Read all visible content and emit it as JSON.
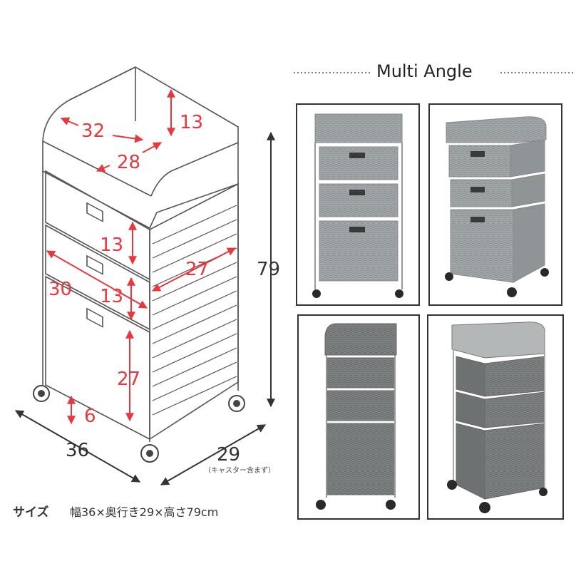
{
  "dimensions": {
    "top_width": "32",
    "top_inner_width": "28",
    "top_depth": "13",
    "drawer_small_height_1": "13",
    "drawer_small_height_2": "13",
    "drawer_depth": "27",
    "drawer_width": "30",
    "drawer_large_height": "27",
    "leg_height": "6",
    "total_height": "79",
    "overall_width": "36",
    "overall_depth": "29",
    "caster_note": "（キャスター含まず）"
  },
  "size_info": {
    "label": "サイズ",
    "value": "幅36×奥行き29×高さ79cm"
  },
  "multi_angle": {
    "title": "Multi Angle"
  },
  "colors": {
    "accent": "#e8383d",
    "outline": "#555555",
    "wicker_light": "#9ea3a6",
    "wicker_dark": "#7a7d7e"
  }
}
